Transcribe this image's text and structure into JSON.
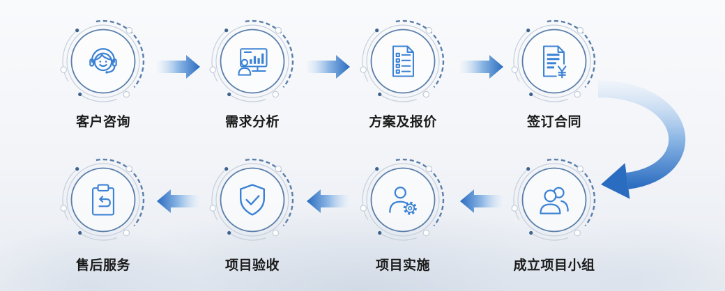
{
  "diagram": {
    "steps": [
      {
        "label": "客户咨询",
        "icon": "headset-icon"
      },
      {
        "label": "需求分析",
        "icon": "chart-board-icon"
      },
      {
        "label": "方案及报价",
        "icon": "checklist-document-icon"
      },
      {
        "label": "签订合同",
        "icon": "contract-yen-icon"
      },
      {
        "label": "成立项目小组",
        "icon": "team-icon"
      },
      {
        "label": "项目实施",
        "icon": "person-gear-icon"
      },
      {
        "label": "项目验收",
        "icon": "shield-check-icon"
      },
      {
        "label": "售后服务",
        "icon": "clipboard-return-icon"
      }
    ]
  },
  "colors": {
    "icon": "#3b82d4",
    "ring": "#5a7ea9",
    "ring_light": "#c5cfdb",
    "ring_dot": "#3e628e",
    "label": "#1a1a1a",
    "arrow_tail": "#eef4fb",
    "arrow_mid": "#8db7e5",
    "arrow_head": "#2a6cc0"
  }
}
